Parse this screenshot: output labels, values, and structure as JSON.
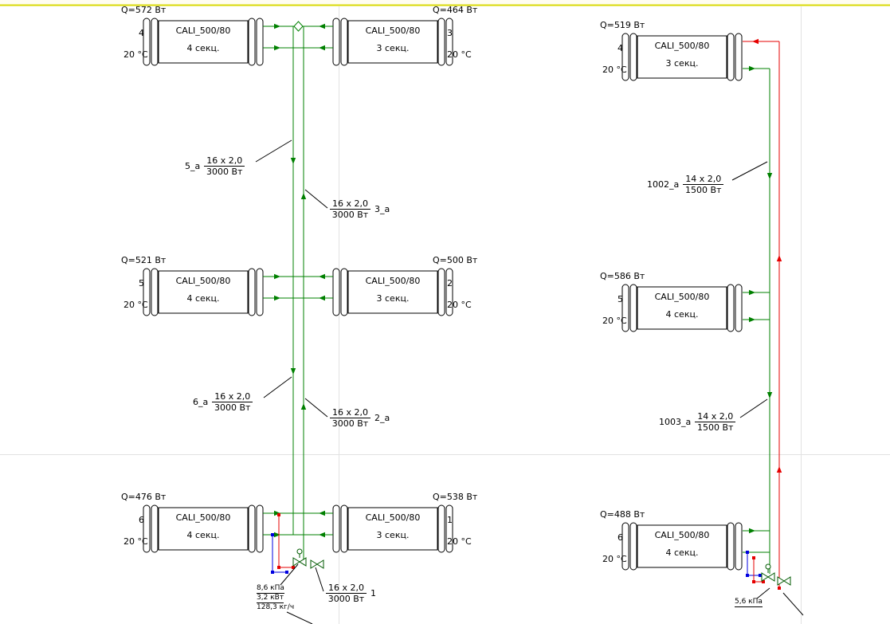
{
  "colors": {
    "supply_green": "#008000",
    "return_red": "#e60000",
    "cold_blue": "#0000e0",
    "valve_green": "#005a00",
    "guide_gray": "#e2e2e2",
    "top_border_yellow": "#d8d800",
    "outline_black": "#000000"
  },
  "radiators": [
    {
      "q": "Q=572 Вт",
      "num": "4",
      "model": "CALI_500/80",
      "sections": "4 секц.",
      "temp": "20 °C"
    },
    {
      "q": "Q=464 Вт",
      "num": "3",
      "model": "CALI_500/80",
      "sections": "3 секц.",
      "temp": "20 °C"
    },
    {
      "q": "Q=521 Вт",
      "num": "5",
      "model": "CALI_500/80",
      "sections": "4 секц.",
      "temp": "20 °C"
    },
    {
      "q": "Q=500 Вт",
      "num": "2",
      "model": "CALI_500/80",
      "sections": "3 секц.",
      "temp": "20 °C"
    },
    {
      "q": "Q=476 Вт",
      "num": "6",
      "model": "CALI_500/80",
      "sections": "4 секц.",
      "temp": "20 °C"
    },
    {
      "q": "Q=538 Вт",
      "num": "1",
      "model": "CALI_500/80",
      "sections": "3 секц.",
      "temp": "20 °C"
    },
    {
      "q": "Q=519 Вт",
      "num": "4",
      "model": "CALI_500/80",
      "sections": "3 секц.",
      "temp": "20 °C"
    },
    {
      "q": "Q=586 Вт",
      "num": "5",
      "model": "CALI_500/80",
      "sections": "4 секц.",
      "temp": "20 °C"
    },
    {
      "q": "Q=488 Вт",
      "num": "6",
      "model": "CALI_500/80",
      "sections": "4 секц.",
      "temp": "20 °C"
    }
  ],
  "pipe_labels": [
    {
      "tag": "5_a",
      "size": "16 x 2,0",
      "power": "3000 Вт"
    },
    {
      "tag": "3_a",
      "size": "16 x 2,0",
      "power": "3000 Вт"
    },
    {
      "tag": "6_a",
      "size": "16 x 2,0",
      "power": "3000 Вт"
    },
    {
      "tag": "2_a",
      "size": "16 x 2,0",
      "power": "3000 Вт"
    },
    {
      "tag": "1002_a",
      "size": "14 x 2,0",
      "power": "1500 Вт"
    },
    {
      "tag": "1003_a",
      "size": "14 x 2,0",
      "power": "1500 Вт"
    },
    {
      "tag": "1",
      "size": "16 x 2,0",
      "power": "3000 Вт"
    }
  ],
  "source_stats": {
    "pressure": "8,6 кПа",
    "power": "3,2 кВт",
    "flow": "128,3 кг/ч"
  },
  "right_stats": {
    "pressure": "5,6 кПа"
  }
}
